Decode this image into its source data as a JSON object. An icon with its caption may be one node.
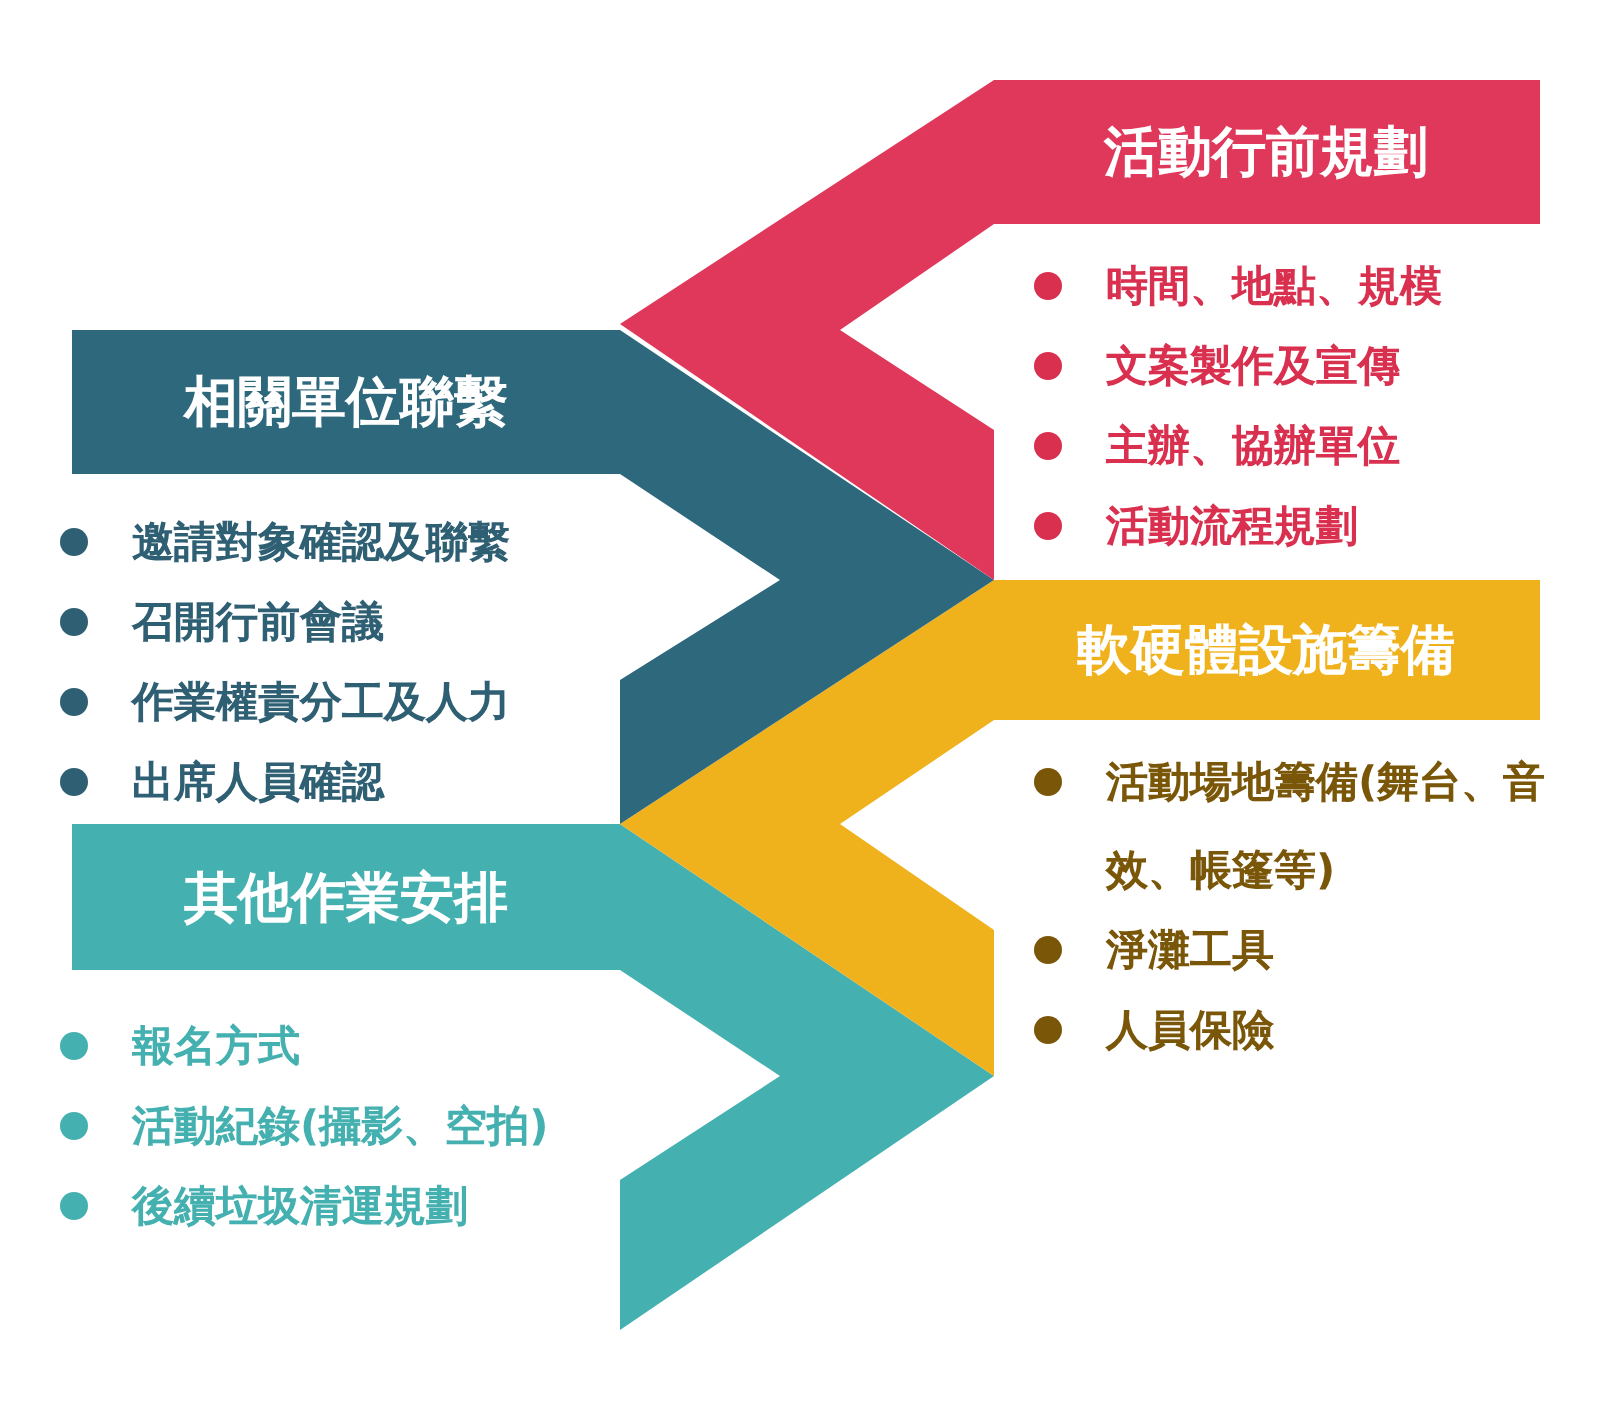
{
  "diagram": {
    "nodes": [
      {
        "text": [
          "活動行前規劃"
        ],
        "beside": [
          "時間、地點、規模",
          "文案製作及宣傳",
          "主辦、協辦單位",
          "活動流程規劃"
        ]
      },
      {
        "text": [
          "相關單位聯繫"
        ],
        "beside": [
          "邀請對象確認及聯繫",
          "召開行前會議",
          "作業權責分工及人力",
          "出席人員確認"
        ]
      },
      {
        "text": [
          "軟硬體設施籌備"
        ],
        "beside": [
          "活動場地籌備(舞台、音效、帳篷等)",
          "淨灘工具",
          "人員保險"
        ]
      },
      {
        "text": [
          "其他作業安排"
        ],
        "beside": [
          "報名方式",
          "活動紀錄(攝影、空拍)",
          "後續垃圾清運規劃"
        ]
      }
    ]
  }
}
